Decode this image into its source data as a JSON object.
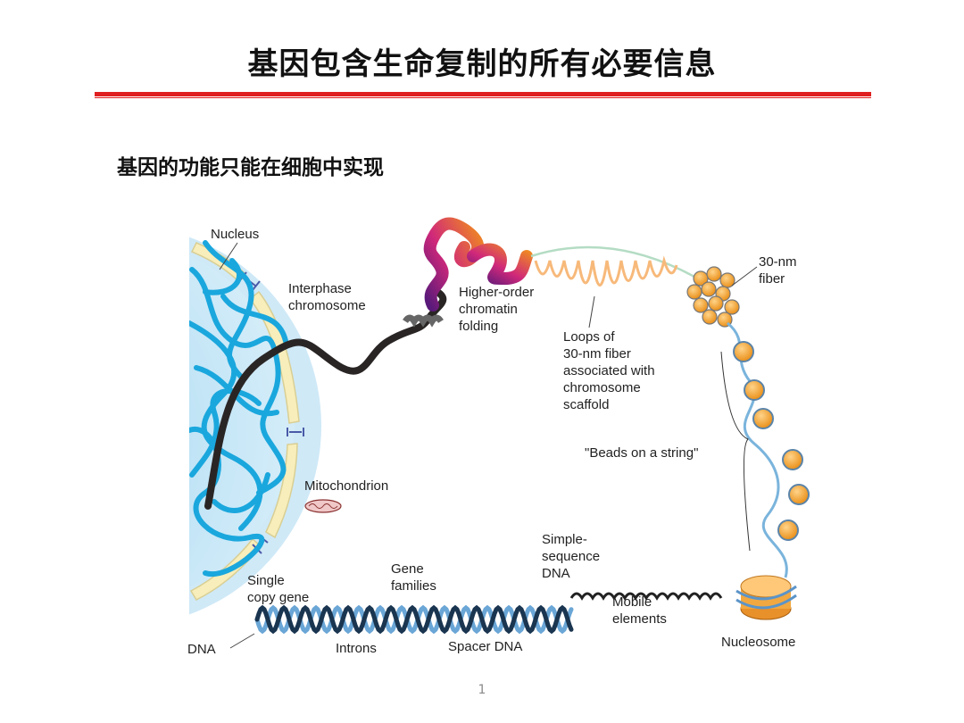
{
  "slide": {
    "title": "基因包含生命复制的所有必要信息",
    "subtitle": "基因的功能只能在细胞中实现",
    "page_number": "1"
  },
  "colors": {
    "title_rule": "#e02020",
    "chromatin_blue": "#1aa7dd",
    "envelope_fill": "#f8eebb",
    "nucleosome_orange": "#f0a030",
    "dna_blue": "#6aa6d6",
    "dna_dark": "#1a3550"
  },
  "diagram": {
    "labels": {
      "nucleus": "Nucleus",
      "interphase_line1": "Interphase",
      "interphase_line2": "chromosome",
      "higher_line1": "Higher-order",
      "higher_line2": "chromatin",
      "higher_line3": "folding",
      "fiber_line1": "30-nm",
      "fiber_line2": "fiber",
      "loops_line1": "Loops of",
      "loops_line2": "30-nm fiber",
      "loops_line3": "associated with",
      "loops_line4": "chromosome",
      "loops_line5": "scaffold",
      "beads": "\"Beads on a string\"",
      "mitochondrion": "Mitochondrion",
      "simple_line1": "Simple-",
      "simple_line2": "sequence",
      "simple_line3": "DNA",
      "gene_line1": "Gene",
      "gene_line2": "families",
      "single_line1": "Single",
      "single_line2": "copy gene",
      "mobile_line1": "Mobile",
      "mobile_line2": "elements",
      "dna": "DNA",
      "introns": "Introns",
      "spacer": "Spacer DNA",
      "nucleosome": "Nucleosome"
    }
  }
}
